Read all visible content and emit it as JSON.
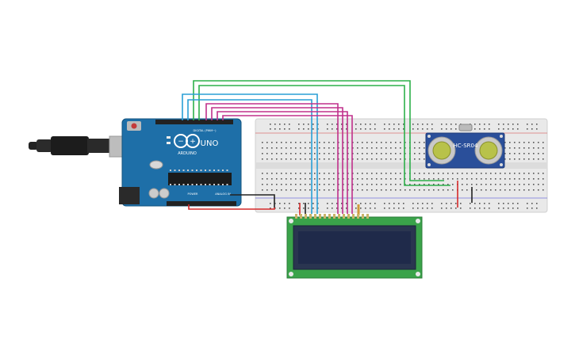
{
  "arduino": {
    "brand": "ARDUINO",
    "model": "UNO",
    "digital_label": "DIGITAL (PWM~)",
    "power_label": "POWER",
    "analog_label": "ANALOG IN"
  },
  "sensor": {
    "model": "HC-SR04"
  },
  "colors": {
    "board": "#1e6fa8",
    "breadboard": "#e9e9e9",
    "lcd_pcb": "#3aa34a",
    "lcd_screen": "#1f2a4a",
    "sensor_pcb": "#2a4f9a",
    "wire_green": "#2db04a",
    "wire_blue": "#2a9fd6",
    "wire_magenta": "#c0308c",
    "wire_red": "#d62a2a",
    "wire_black": "#222222"
  }
}
